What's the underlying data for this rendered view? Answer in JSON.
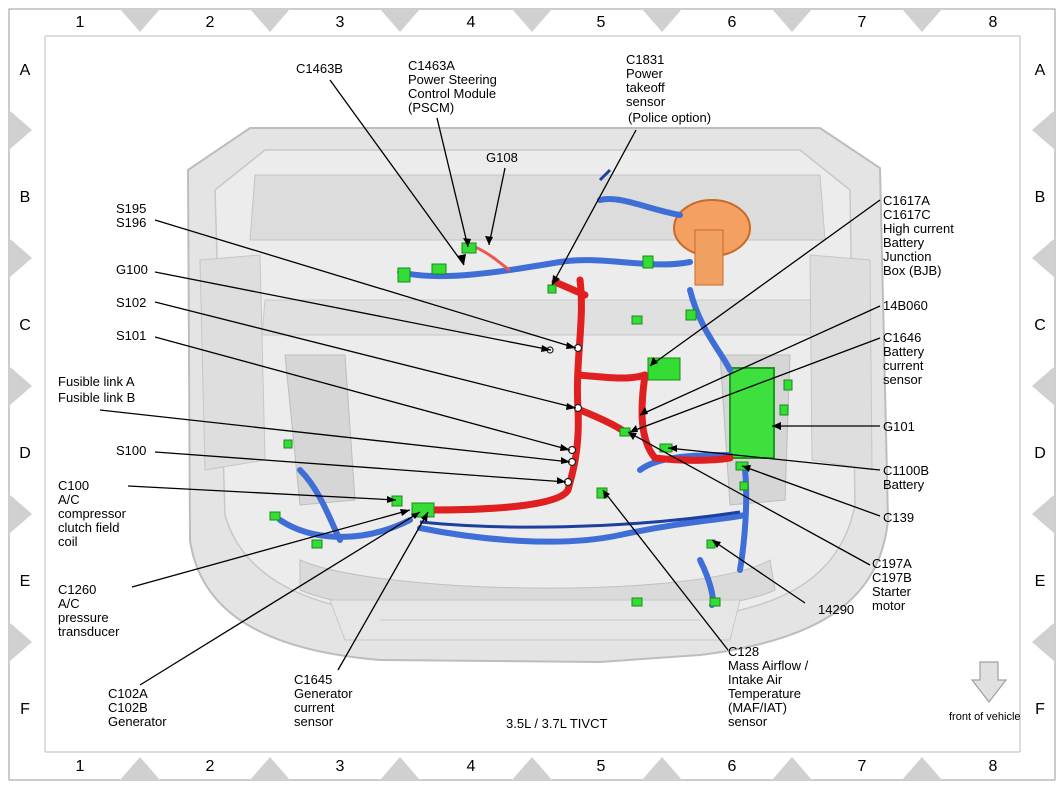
{
  "grid": {
    "columns": [
      "1",
      "2",
      "3",
      "4",
      "5",
      "6",
      "7",
      "8"
    ],
    "rows": [
      "A",
      "B",
      "C",
      "D",
      "E",
      "F"
    ]
  },
  "labels": {
    "c1463b": [
      "C1463B"
    ],
    "c1463a": [
      "C1463A",
      "Power Steering",
      "Control Module",
      "(PSCM)"
    ],
    "c1831": [
      "C1831",
      "Power",
      "takeoff",
      "sensor",
      "(Police option)"
    ],
    "g108": [
      "G108"
    ],
    "s195": [
      "S195",
      "S196"
    ],
    "g100": [
      "G100"
    ],
    "s102": [
      "S102"
    ],
    "s101": [
      "S101"
    ],
    "fusible": [
      "Fusible link A",
      "Fusible link B"
    ],
    "s100": [
      "S100"
    ],
    "c100": [
      "C100",
      "A/C",
      "compressor",
      "clutch field",
      "coil"
    ],
    "c1260": [
      "C1260",
      "A/C",
      "pressure",
      "transducer"
    ],
    "c102": [
      "C102A",
      "C102B",
      "Generator"
    ],
    "c1645": [
      "C1645",
      "Generator",
      "current",
      "sensor"
    ],
    "c1617": [
      "C1617A",
      "C1617C",
      "High current",
      "Battery",
      "Junction",
      "Box (BJB)"
    ],
    "b14b060": [
      "14B060"
    ],
    "c1646": [
      "C1646",
      "Battery",
      "current",
      "sensor"
    ],
    "g101": [
      "G101"
    ],
    "c1100b": [
      "C1100B",
      "Battery"
    ],
    "c139": [
      "C139"
    ],
    "c197": [
      "C197A",
      "C197B",
      "Starter",
      "motor"
    ],
    "n14290": [
      "14290"
    ],
    "c128": [
      "C128",
      "Mass Airflow /",
      "Intake Air",
      "Temperature",
      "(MAF/IAT)",
      "sensor"
    ]
  },
  "engine_label": "3.5L / 3.7L TIVCT",
  "front_label": "front of vehicle"
}
